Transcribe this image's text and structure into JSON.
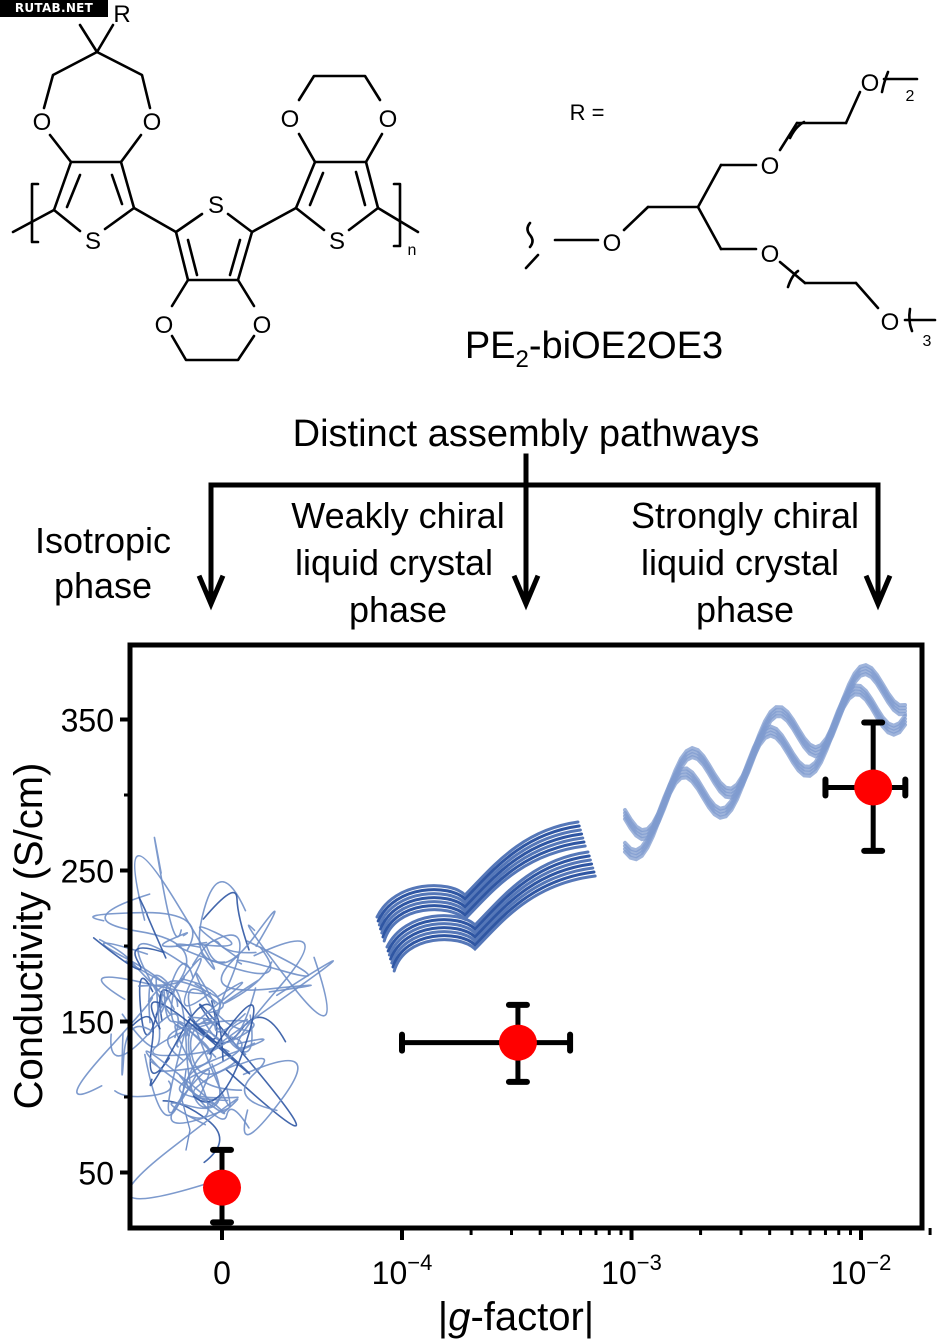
{
  "watermark": "RUTAB.NET",
  "structure": {
    "compound_name_prefix": "PE",
    "compound_name_sub": "2",
    "compound_name_suffix": "-biOE2OE3",
    "r_group_label": "R =",
    "atom_O": "O",
    "atom_S": "S",
    "atom_R": "R",
    "repeat_n": "n",
    "repeat_2": "2",
    "repeat_3": "3"
  },
  "pathways": {
    "title": "Distinct assembly pathways",
    "branches": [
      {
        "lines": [
          "Isotropic",
          "phase"
        ]
      },
      {
        "lines": [
          "Weakly chiral",
          "liquid crystal",
          "phase"
        ]
      },
      {
        "lines": [
          "Strongly chiral",
          "liquid crystal",
          "phase"
        ]
      }
    ]
  },
  "colors": {
    "marker": "#ff0000",
    "errorbar": "#000000",
    "chain": "#6f8fc8",
    "chain_dark": "#2f56a3"
  },
  "chart_data": {
    "type": "scatter",
    "title": "",
    "xlabel_prefix": "|",
    "xlabel_italic": "g",
    "xlabel_suffix": "-factor|",
    "ylabel": "Conductivity (S/cm)",
    "x_scale": "broken-log (0, then log10 from 1e-4 to 1e-2)",
    "xlim": [
      0,
      0.02
    ],
    "ylim": [
      0,
      400
    ],
    "y_ticks": [
      50,
      150,
      250,
      350
    ],
    "y_tick_labels": [
      "50",
      "150",
      "250",
      "350"
    ],
    "x_tick_labels": [
      {
        "value": 0,
        "base": "0",
        "exp": ""
      },
      {
        "value": 0.0001,
        "base": "10",
        "exp": "−4"
      },
      {
        "value": 0.001,
        "base": "10",
        "exp": "−3"
      },
      {
        "value": 0.01,
        "base": "10",
        "exp": "−2"
      }
    ],
    "grid": false,
    "legend": "none",
    "series": [
      {
        "name": "PE2-biOE2OE3",
        "points": [
          {
            "phase": "Isotropic phase",
            "x": 0,
            "y": 40,
            "y_err_low": 17,
            "y_err_high": 65,
            "x_err_low": null,
            "x_err_high": null
          },
          {
            "phase": "Weakly chiral liquid crystal phase",
            "x": 0.00032,
            "y": 136,
            "y_err_low": 110,
            "y_err_high": 161,
            "x_err_low": 0.0001,
            "x_err_high": 0.00054
          },
          {
            "phase": "Strongly chiral liquid crystal phase",
            "x": 0.0113,
            "y": 305,
            "y_err_low": 263,
            "y_err_high": 348,
            "x_err_low": 0.007,
            "x_err_high": 0.0156
          }
        ]
      }
    ]
  }
}
